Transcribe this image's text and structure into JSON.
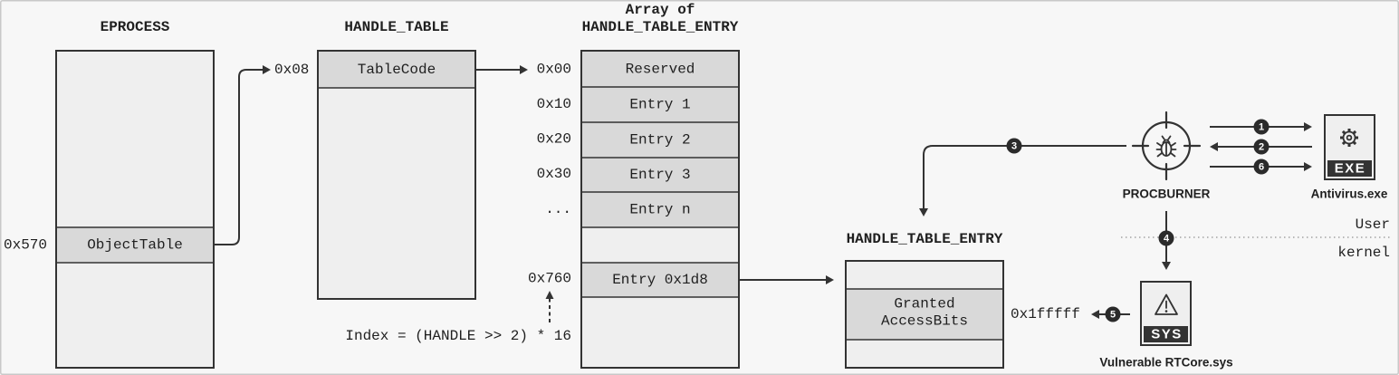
{
  "colors": {
    "background": "#f7f7f7",
    "box_fill": "#efefef",
    "cell_fill": "#d9d9d9",
    "stroke": "#333333",
    "marker_fill": "#2b2b2b",
    "divider": "#a3a3a3",
    "frame": "#c9c9c9"
  },
  "eprocess": {
    "title": "EPROCESS",
    "cell": "ObjectTable",
    "offset": "0x570"
  },
  "handle_table": {
    "title": "HANDLE_TABLE",
    "cell": "TableCode",
    "offset": "0x08"
  },
  "entry_array": {
    "title_line1": "Array of",
    "title_line2": "HANDLE_TABLE_ENTRY",
    "rows": [
      {
        "offset": "0x00",
        "label": "Reserved"
      },
      {
        "offset": "0x10",
        "label": "Entry 1"
      },
      {
        "offset": "0x20",
        "label": "Entry 2"
      },
      {
        "offset": "0x30",
        "label": "Entry 3"
      },
      {
        "offset": "...",
        "label": "Entry n"
      },
      {
        "offset": "0x760",
        "label": "Entry 0x1d8"
      }
    ],
    "index_formula": "Index = (HANDLE >> 2) * 16"
  },
  "handle_table_entry": {
    "title": "HANDLE_TABLE_ENTRY",
    "cell_lines": [
      "Granted",
      "AccessBits"
    ],
    "value": "0x1fffff"
  },
  "procburner": {
    "label": "PROCBURNER",
    "icon": "crosshair-bug-icon"
  },
  "antivirus": {
    "label": "Antivirus.exe",
    "badge": "EXE",
    "icon": "gear-icon"
  },
  "driver": {
    "label": "Vulnerable RTCore.sys",
    "badge": "SYS",
    "icon": "warning-icon"
  },
  "privilege_boundary": {
    "upper": "User",
    "lower": "kernel"
  },
  "steps": [
    "1",
    "2",
    "3",
    "4",
    "5",
    "6"
  ]
}
